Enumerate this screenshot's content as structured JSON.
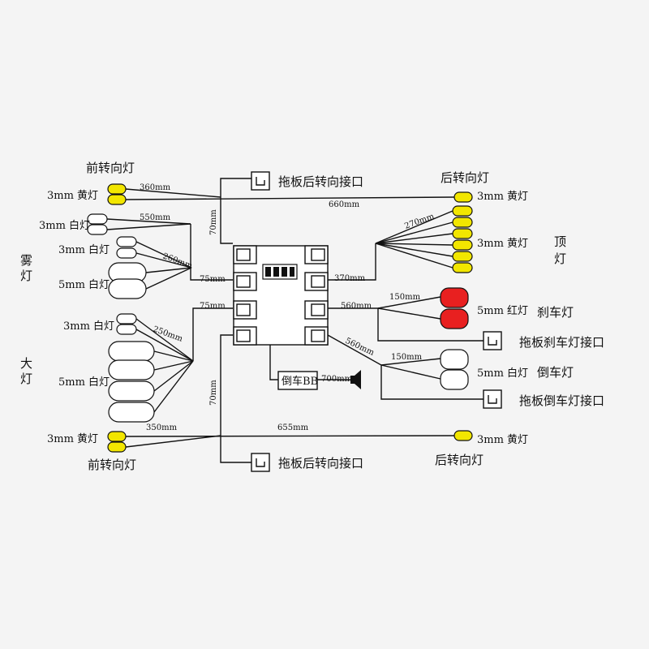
{
  "colors": {
    "yellow": "#f2e600",
    "red": "#e82020",
    "white": "#ffffff",
    "ink": "#111111"
  },
  "labels": {
    "front_turn_top": "前转向灯",
    "front_turn_bottom": "前转向灯",
    "rear_turn_top": "后转向灯",
    "rear_turn_bottom": "后转向灯",
    "fog_lamp": "雾灯",
    "head_lamp": "大灯",
    "roof_lamp": "顶灯",
    "brake_lamp": "刹车灯",
    "reverse_lamp": "倒车灯",
    "trailer_rear_turn_top": "拖板后转向接口",
    "trailer_rear_turn_bottom": "拖板后转向接口",
    "trailer_brake": "拖板刹车灯接口",
    "trailer_reverse": "拖板倒车灯接口",
    "reverse_buzzer": "倒车BB"
  },
  "lamp_specs": {
    "front_turn_top": "3mm 黄灯",
    "front_turn_bottom": "3mm 黄灯",
    "rear_turn_top": "3mm 黄灯",
    "rear_turn_bottom": "3mm 黄灯",
    "fog_white_1": "3mm 白灯",
    "fog_white_2": "3mm 白灯",
    "fog_white_3": "5mm 白灯",
    "head_white_1": "3mm 白灯",
    "head_white_2": "5mm 白灯",
    "roof": "3mm 黄灯",
    "brake": "5mm 红灯",
    "reverse": "5mm 白灯"
  },
  "lengths": {
    "front_turn_top": "360mm",
    "rear_turn_top": "660mm",
    "trailer_top": "70mm",
    "fog_1": "550mm",
    "fog_2": "260mm",
    "fog_left": "75mm",
    "head_left": "75mm",
    "head": "250mm",
    "roof": "270mm",
    "roof_trunk": "370mm",
    "brake": "560mm",
    "brake_tail": "150mm",
    "reverse": "560mm",
    "reverse_tail": "150mm",
    "buzzer": "700mm",
    "trailer_bottom": "70mm",
    "front_turn_bottom": "350mm",
    "rear_turn_bottom": "655mm"
  }
}
